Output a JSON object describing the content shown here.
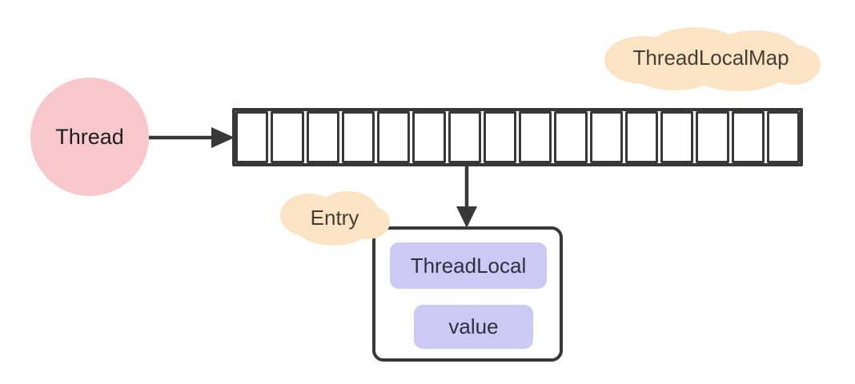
{
  "thread": {
    "label": "Thread"
  },
  "map_cloud": {
    "label": "ThreadLocalMap"
  },
  "array": {
    "cell_count": 16
  },
  "entry_cloud": {
    "label": "Entry"
  },
  "entry": {
    "fields": [
      {
        "label": "ThreadLocal"
      },
      {
        "label": "value"
      }
    ]
  },
  "colors": {
    "thread_fill": "#f9c8cd",
    "cloud_fill": "#fbe4c4",
    "chip_fill": "#ccc9f5",
    "stroke": "#383838",
    "background": "#ffffff"
  }
}
